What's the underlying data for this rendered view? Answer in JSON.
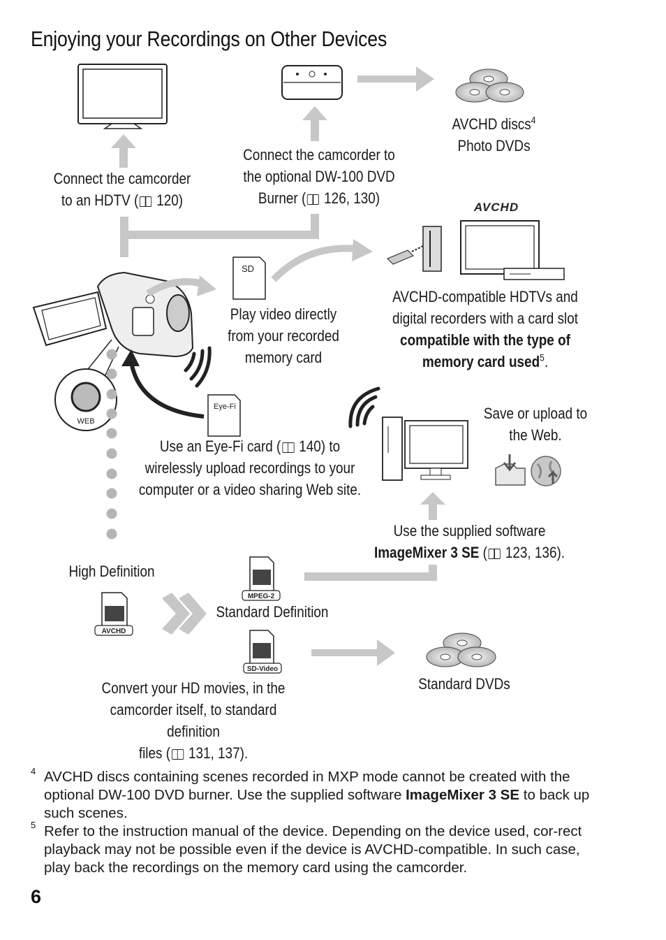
{
  "page": {
    "title": "Enjoying your Recordings on Other Devices",
    "page_number": "6"
  },
  "labels": {
    "hdtv": [
      "Connect the camcorder",
      "to an HDTV (",
      " 120)"
    ],
    "dvd_burner": [
      "Connect the camcorder to",
      "the optional DW-100 DVD",
      "Burner (",
      " 126, 130)"
    ],
    "avchd_discs": [
      "AVCHD discs",
      "4",
      "Photo DVDs"
    ],
    "avchd_logo": "AVCHD",
    "play_card": [
      "Play video directly",
      "from your recorded",
      "memory card"
    ],
    "sd_card": "SD",
    "avchd_hdtvs": [
      "AVCHD-compatible HDTVs and",
      "digital recorders with a card slot",
      "compatible with the type of",
      "memory card used",
      "5",
      "."
    ],
    "web_button": "WEB",
    "eyefi_card": "Eye-Fi",
    "eyefi": [
      "Use an Eye-Fi card (",
      " 140) to",
      "wirelessly upload recordings to your",
      "computer or a video sharing Web site."
    ],
    "save_upload": [
      "Save or upload to",
      "the Web."
    ],
    "software": [
      "Use the supplied software",
      "ImageMixer 3 SE",
      " (",
      " 123, 136)."
    ],
    "high_def": "High Definition",
    "standard_def": "Standard Definition",
    "file_mpeg2": "MPEG-2",
    "file_avchd": "AVCHD",
    "file_sdvideo": "SD-Video",
    "convert": [
      "Convert your HD movies, in the",
      "camcorder itself, to standard definition",
      "files (",
      " 131, 137)."
    ],
    "standard_dvds": "Standard DVDs"
  },
  "footnotes": [
    {
      "mark": "4",
      "parts": [
        "AVCHD discs containing scenes recorded in MXP mode cannot be created with the optional DW-100 DVD burner. Use the supplied software ",
        "ImageMixer 3 SE",
        " to back up such scenes."
      ]
    },
    {
      "mark": "5",
      "text": "Refer to the instruction manual of the device. Depending on the device used, cor-rect playback may not be possible even if the device is AVCHD-compatible. In such case, play back the recordings on the memory card using the camcorder."
    }
  ],
  "colors": {
    "arrow_gray": "#c7c7c7",
    "dot_gray": "#b5b5b5",
    "text": "#1a1a1a"
  }
}
